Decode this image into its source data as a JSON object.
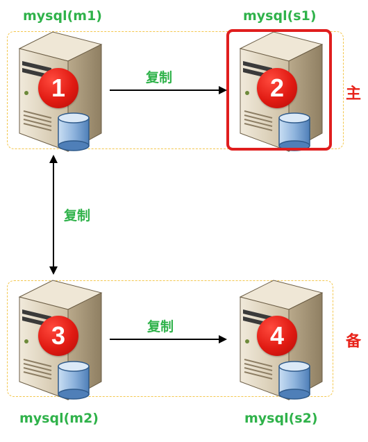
{
  "nodes": {
    "m1": {
      "label": "mysql(m1)",
      "badge": "1"
    },
    "s1": {
      "label": "mysql(s1)",
      "badge": "2"
    },
    "m2": {
      "label": "mysql(m2)",
      "badge": "3"
    },
    "s2": {
      "label": "mysql(s2)",
      "badge": "4"
    }
  },
  "edges": {
    "m1_to_s1": "复制",
    "m1_m2": "复制",
    "m2_to_s2": "复制"
  },
  "groups": {
    "primary_label": "主",
    "backup_label": "备"
  },
  "colors": {
    "node_label": "#2fb24a",
    "badge": "#e01a12",
    "highlight": "#e01e1e",
    "group_border": "#f3c64b",
    "arrow": "#000000"
  }
}
